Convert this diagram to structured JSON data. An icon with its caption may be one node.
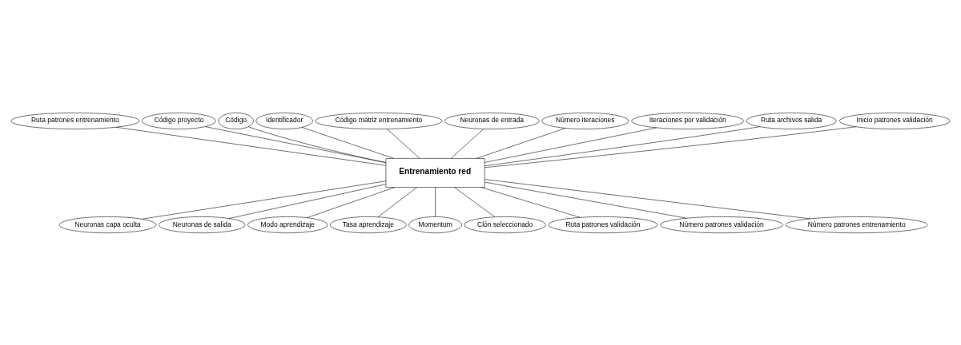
{
  "diagram": {
    "nodes": [
      {
        "text": [
          "Entrenamiento red"
        ]
      },
      {
        "text": [
          "Ruta patrones entrenamiento"
        ]
      },
      {
        "text": [
          "Código proyecto"
        ]
      },
      {
        "text": [
          "Código"
        ]
      },
      {
        "text": [
          "Identificador"
        ]
      },
      {
        "text": [
          "Código matriz entrenamiento"
        ]
      },
      {
        "text": [
          "Neuronas de entrada"
        ]
      },
      {
        "text": [
          "Número iteraciones"
        ]
      },
      {
        "text": [
          "Iteraciones por validación"
        ]
      },
      {
        "text": [
          "Ruta archivos salida"
        ]
      },
      {
        "text": [
          "Inicio patrones validación"
        ]
      },
      {
        "text": [
          "Neuronas capa oculta"
        ]
      },
      {
        "text": [
          "Neuronas de salida"
        ]
      },
      {
        "text": [
          "Modo aprendizaje"
        ]
      },
      {
        "text": [
          "Tasa aprendizaje"
        ]
      },
      {
        "text": [
          "Momentum"
        ]
      },
      {
        "text": [
          "Clón seleccionado"
        ]
      },
      {
        "text": [
          "Ruta patrones validación"
        ]
      },
      {
        "text": [
          "Número patrones validación"
        ]
      },
      {
        "text": [
          "Número patrones entrenamiento"
        ]
      }
    ],
    "edges": [
      {
        "from": 0,
        "to": 1,
        "arrow": "none"
      },
      {
        "from": 0,
        "to": 2,
        "arrow": "none"
      },
      {
        "from": 0,
        "to": 3,
        "arrow": "none"
      },
      {
        "from": 0,
        "to": 4,
        "arrow": "none"
      },
      {
        "from": 0,
        "to": 5,
        "arrow": "none"
      },
      {
        "from": 0,
        "to": 6,
        "arrow": "none"
      },
      {
        "from": 0,
        "to": 7,
        "arrow": "none"
      },
      {
        "from": 0,
        "to": 8,
        "arrow": "none"
      },
      {
        "from": 0,
        "to": 9,
        "arrow": "none"
      },
      {
        "from": 0,
        "to": 10,
        "arrow": "none"
      },
      {
        "from": 0,
        "to": 11,
        "arrow": "none"
      },
      {
        "from": 0,
        "to": 12,
        "arrow": "none"
      },
      {
        "from": 0,
        "to": 13,
        "arrow": "none"
      },
      {
        "from": 0,
        "to": 14,
        "arrow": "none"
      },
      {
        "from": 0,
        "to": 15,
        "arrow": "none"
      },
      {
        "from": 0,
        "to": 16,
        "arrow": "none"
      },
      {
        "from": 0,
        "to": 17,
        "arrow": "none"
      },
      {
        "from": 0,
        "to": 18,
        "arrow": "none"
      },
      {
        "from": 0,
        "to": 19,
        "arrow": "none"
      }
    ]
  }
}
